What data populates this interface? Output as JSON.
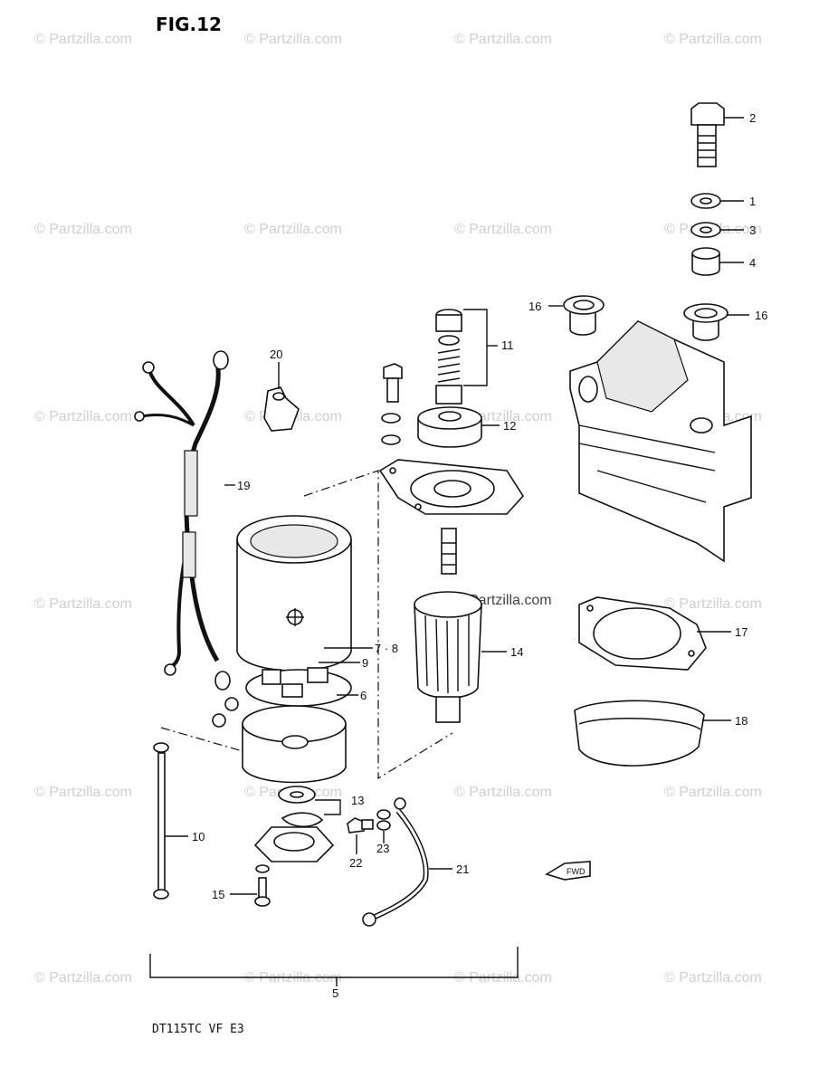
{
  "figure_title": "FIG.12",
  "footer_model": "DT115TC VF E3",
  "watermark": "© Partzilla.com",
  "watermark_center": "Partzilla.com",
  "fwd_label": "FWD",
  "callouts": {
    "c1": "1",
    "c2": "2",
    "c3": "3",
    "c4": "4",
    "c5": "5",
    "c6": "6",
    "c78": "7 · 8",
    "c9": "9",
    "c10": "10",
    "c11": "11",
    "c12": "12",
    "c13": "13",
    "c14": "14",
    "c15": "15",
    "c16a": "16",
    "c16b": "16",
    "c17": "17",
    "c18": "18",
    "c19": "19",
    "c20": "20",
    "c21": "21",
    "c22": "22",
    "c23": "23"
  }
}
